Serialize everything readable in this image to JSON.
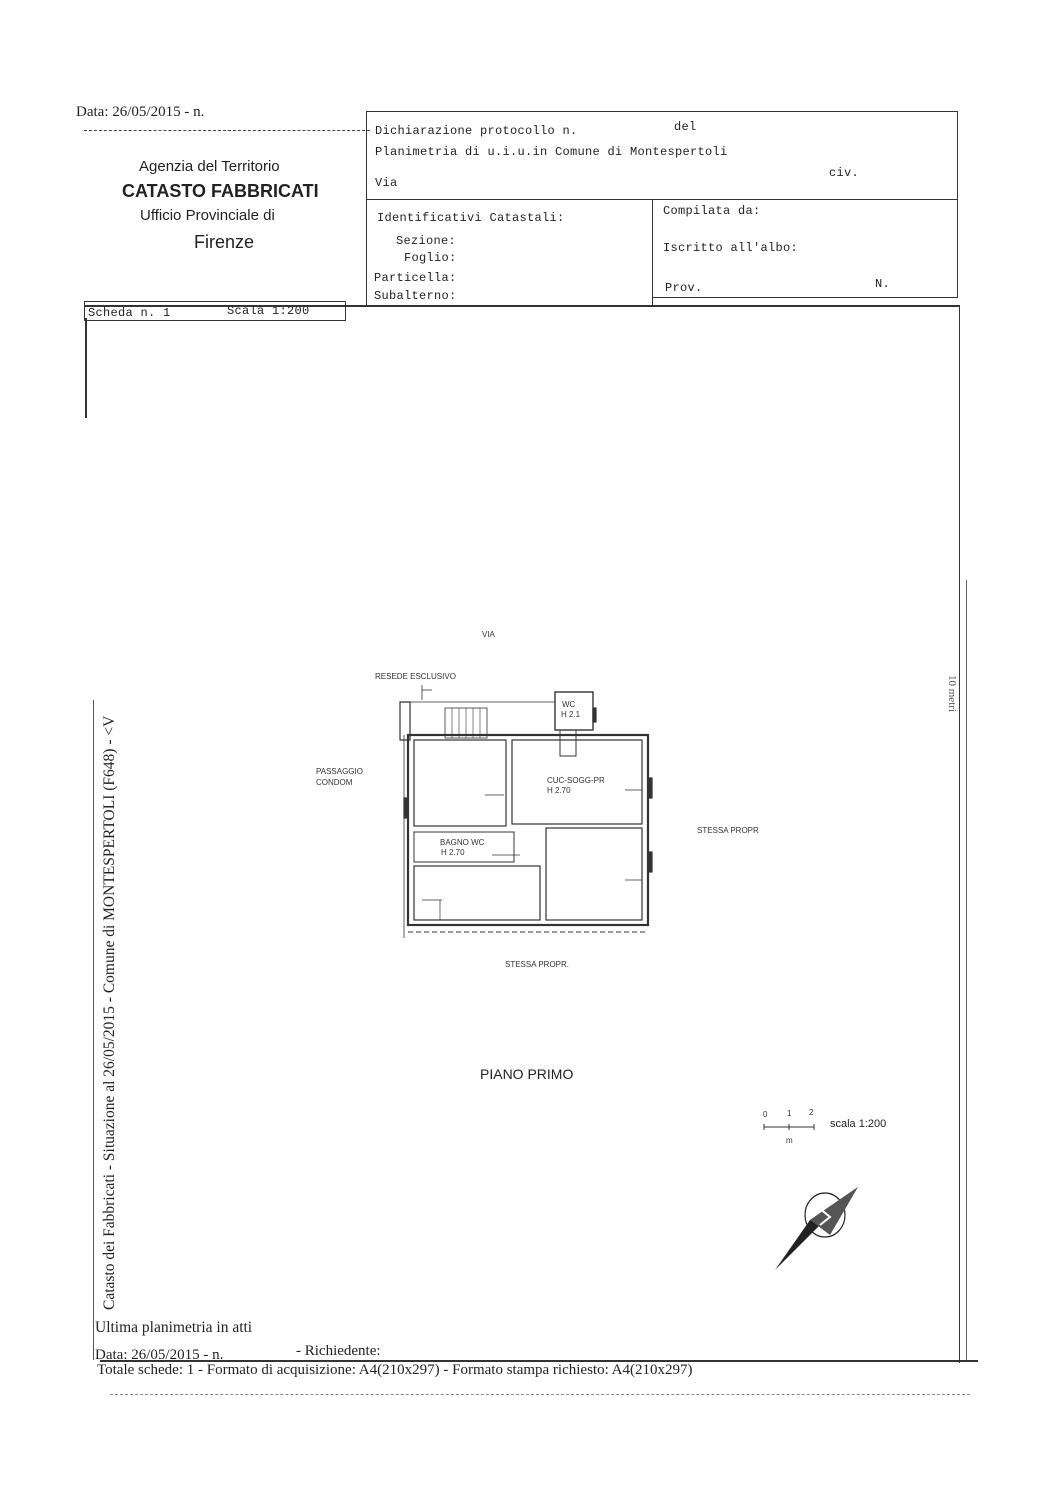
{
  "top_date": "Data: 26/05/2015 - n.",
  "agency": {
    "name": "Agenzia del Territorio",
    "catasto": "CATASTO FABBRICATI",
    "ufficio": "Ufficio Provinciale di",
    "city": "Firenze"
  },
  "declaration": {
    "protocol_label": "Dichiarazione protocollo n.",
    "del_label": "del",
    "planimetria": "Planimetria di u.i.u.in Comune di Montespertoli",
    "via_label": "Via",
    "civ_label": "civ."
  },
  "identificativi": {
    "title": "Identificativi Catastali:",
    "sezione": "Sezione:",
    "foglio": "Foglio:",
    "particella": "Particella:",
    "subalterno": "Subalterno:"
  },
  "compilata": {
    "compilata_label": "Compilata da:",
    "iscritto_label": "Iscritto all'albo:",
    "prov_label": "Prov.",
    "n_label": "N."
  },
  "scheda": {
    "scheda_label": "Scheda n. 1",
    "scala_label": "Scala 1:200"
  },
  "plan": {
    "via": "VIA",
    "resede": "RESEDE ESCLUSIVO",
    "passaggio_1": "PASSAGGIO",
    "passaggio_2": "CONDOM",
    "wc_1": "WC",
    "wc_2": "H 2.1",
    "cuc_1": "CUC-SOGG-PR",
    "cuc_2": "H 2.70",
    "bagno_1": "BAGNO WC",
    "bagno_2": "H 2.70",
    "stessa_right": "STESSA PROPR",
    "stessa_bottom": "STESSA PROPR.",
    "floor": "PIANO PRIMO"
  },
  "scale_bar": {
    "t0": "0",
    "t1": "1",
    "t2": "2",
    "unit": "m",
    "label": "scala 1:200"
  },
  "side_text": "Catasto dei Fabbricati - Situazione al 26/05/2015 - Comune di MONTESPERTOLI (F648) - <V",
  "side_text_right": "10 metri",
  "footer": {
    "ultima": "Ultima planimetria in atti",
    "data": "Data: 26/05/2015 - n.",
    "richiedente": "- Richiedente:",
    "totale": "Totale schede: 1 - Formato di acquisizione: A4(210x297) - Formato stampa richiesto: A4(210x297)"
  }
}
